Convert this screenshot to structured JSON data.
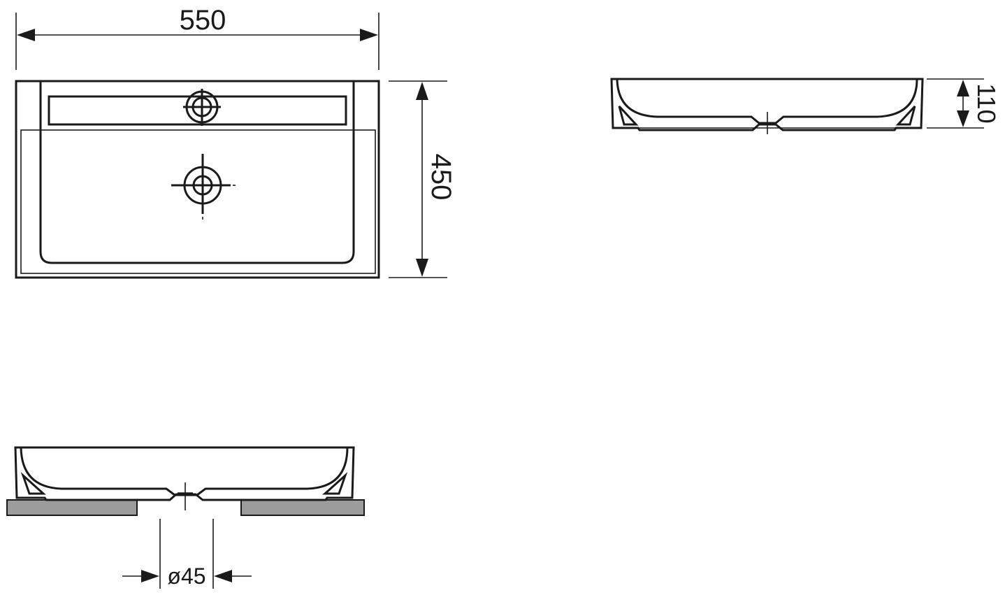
{
  "dimensions": {
    "width_label": "550",
    "depth_label": "450",
    "height_label": "110",
    "drain_label": "ø45"
  },
  "colors": {
    "line": "#1a1a1a",
    "slab": "#9c9c9c",
    "background": "#ffffff"
  }
}
